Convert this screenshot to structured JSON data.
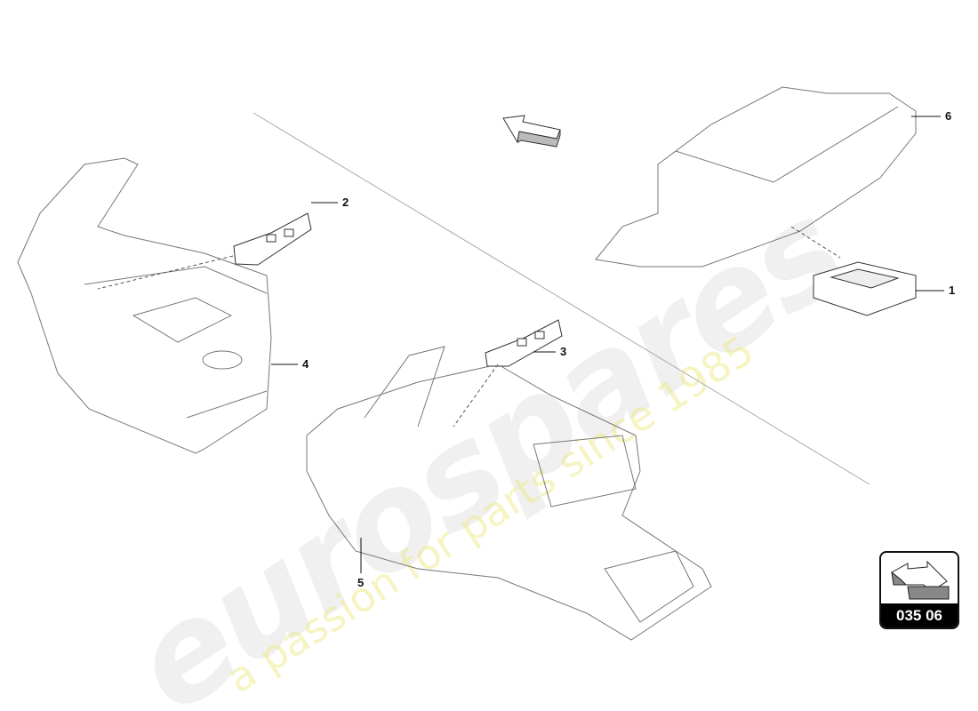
{
  "callouts": [
    {
      "number": "1"
    },
    {
      "number": "2"
    },
    {
      "number": "3"
    },
    {
      "number": "4"
    },
    {
      "number": "5"
    },
    {
      "number": "6"
    }
  ],
  "badge": {
    "code": "035 06",
    "icon": "direction-arrow-icon"
  },
  "watermark": {
    "logo": "eurospares",
    "tagline": "a passion for parts since 1985"
  },
  "orientation_icon": "direction-arrow-icon"
}
